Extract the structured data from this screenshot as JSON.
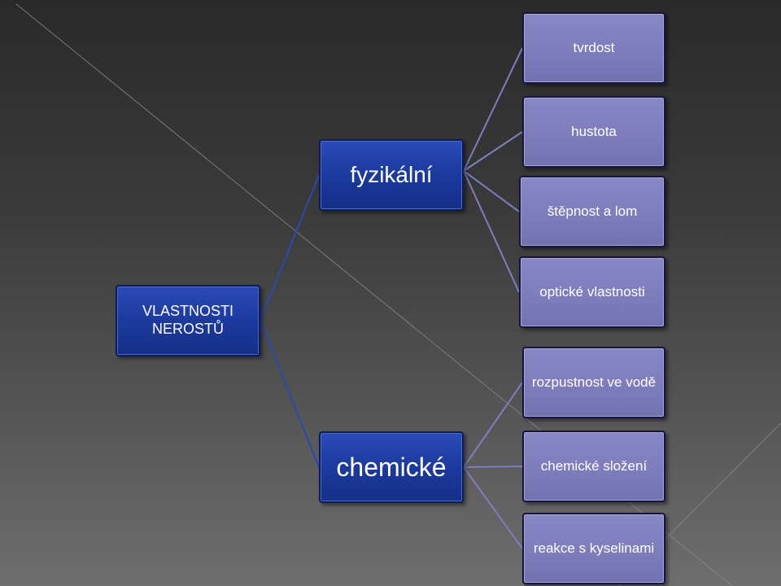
{
  "diagram": {
    "root": {
      "label": "VLASTNOSTI NEROSTŮ"
    },
    "categories": [
      {
        "label": "fyzikální",
        "items": [
          "tvrdost",
          "hustota",
          "štěpnost a lom",
          "optické vlastnosti"
        ]
      },
      {
        "label": "chemické",
        "items": [
          "rozpustnost ve vodě",
          "chemické složení",
          "reakce s kyselinami"
        ]
      }
    ],
    "colors": {
      "dark_node": "#1c3a9e",
      "light_node": "#7c7cba",
      "connector_dark": "#2d48b0",
      "connector_light": "#7e7ebe"
    }
  }
}
